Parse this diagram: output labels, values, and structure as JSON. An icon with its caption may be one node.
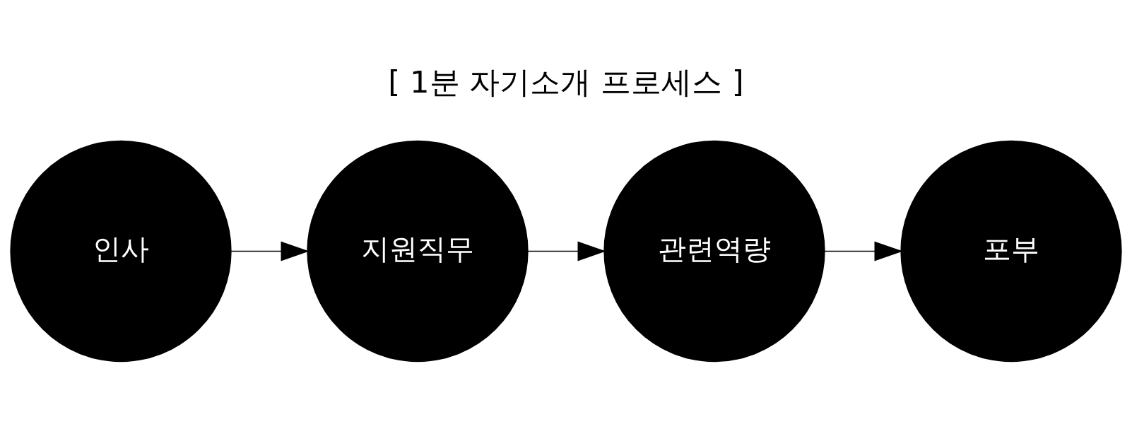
{
  "diagram": {
    "title": "[ 1분 자기소개 프로세스 ]",
    "nodes": [
      {
        "text": [
          "인사"
        ]
      },
      {
        "text": [
          "지원직무"
        ]
      },
      {
        "text": [
          "관련역량"
        ]
      },
      {
        "text": [
          "포부"
        ]
      }
    ],
    "edges": [
      {
        "from": 0,
        "to": 1,
        "arrow": "to"
      },
      {
        "from": 1,
        "to": 2,
        "arrow": "to"
      },
      {
        "from": 2,
        "to": 3,
        "arrow": "to"
      }
    ]
  }
}
